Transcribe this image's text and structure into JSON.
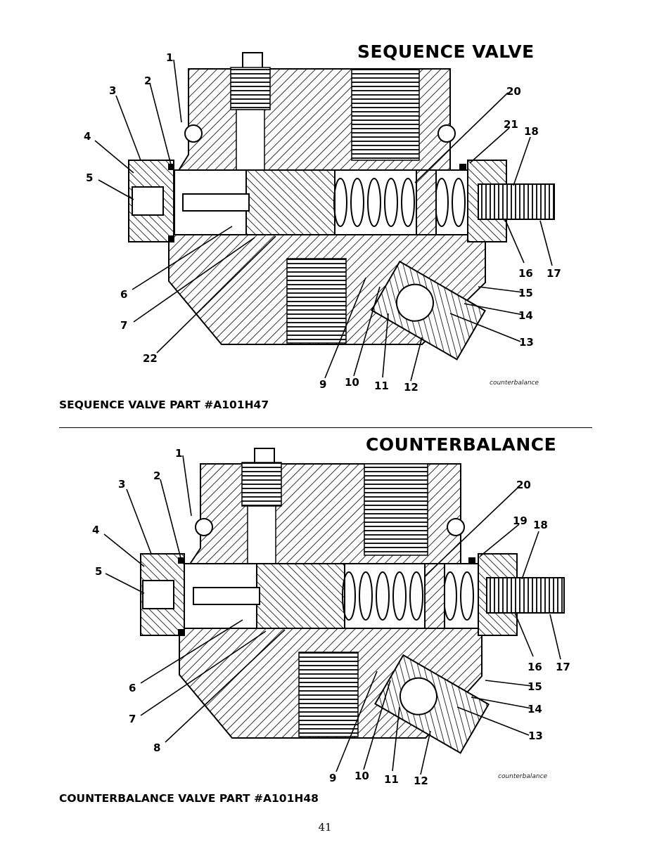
{
  "figures": [
    {
      "title": "SEQUENCE VALVE",
      "caption": "SEQUENCE VALVE PART #A101H47",
      "watermark": "counterbalance",
      "callouts": [
        "1",
        "2",
        "3",
        "4",
        "5",
        "6",
        "7",
        "22",
        "9",
        "10",
        "11",
        "12",
        "13",
        "14",
        "15",
        "16",
        "17",
        "18",
        "20",
        "21"
      ]
    },
    {
      "title": "COUNTERBALANCE",
      "caption": "COUNTERBALANCE VALVE PART #A101H48",
      "watermark": "counterbalance",
      "callouts": [
        "1",
        "2",
        "3",
        "4",
        "5",
        "6",
        "7",
        "8",
        "9",
        "10",
        "11",
        "12",
        "13",
        "14",
        "15",
        "16",
        "17",
        "18",
        "20",
        "19"
      ]
    }
  ],
  "page_number": "41"
}
